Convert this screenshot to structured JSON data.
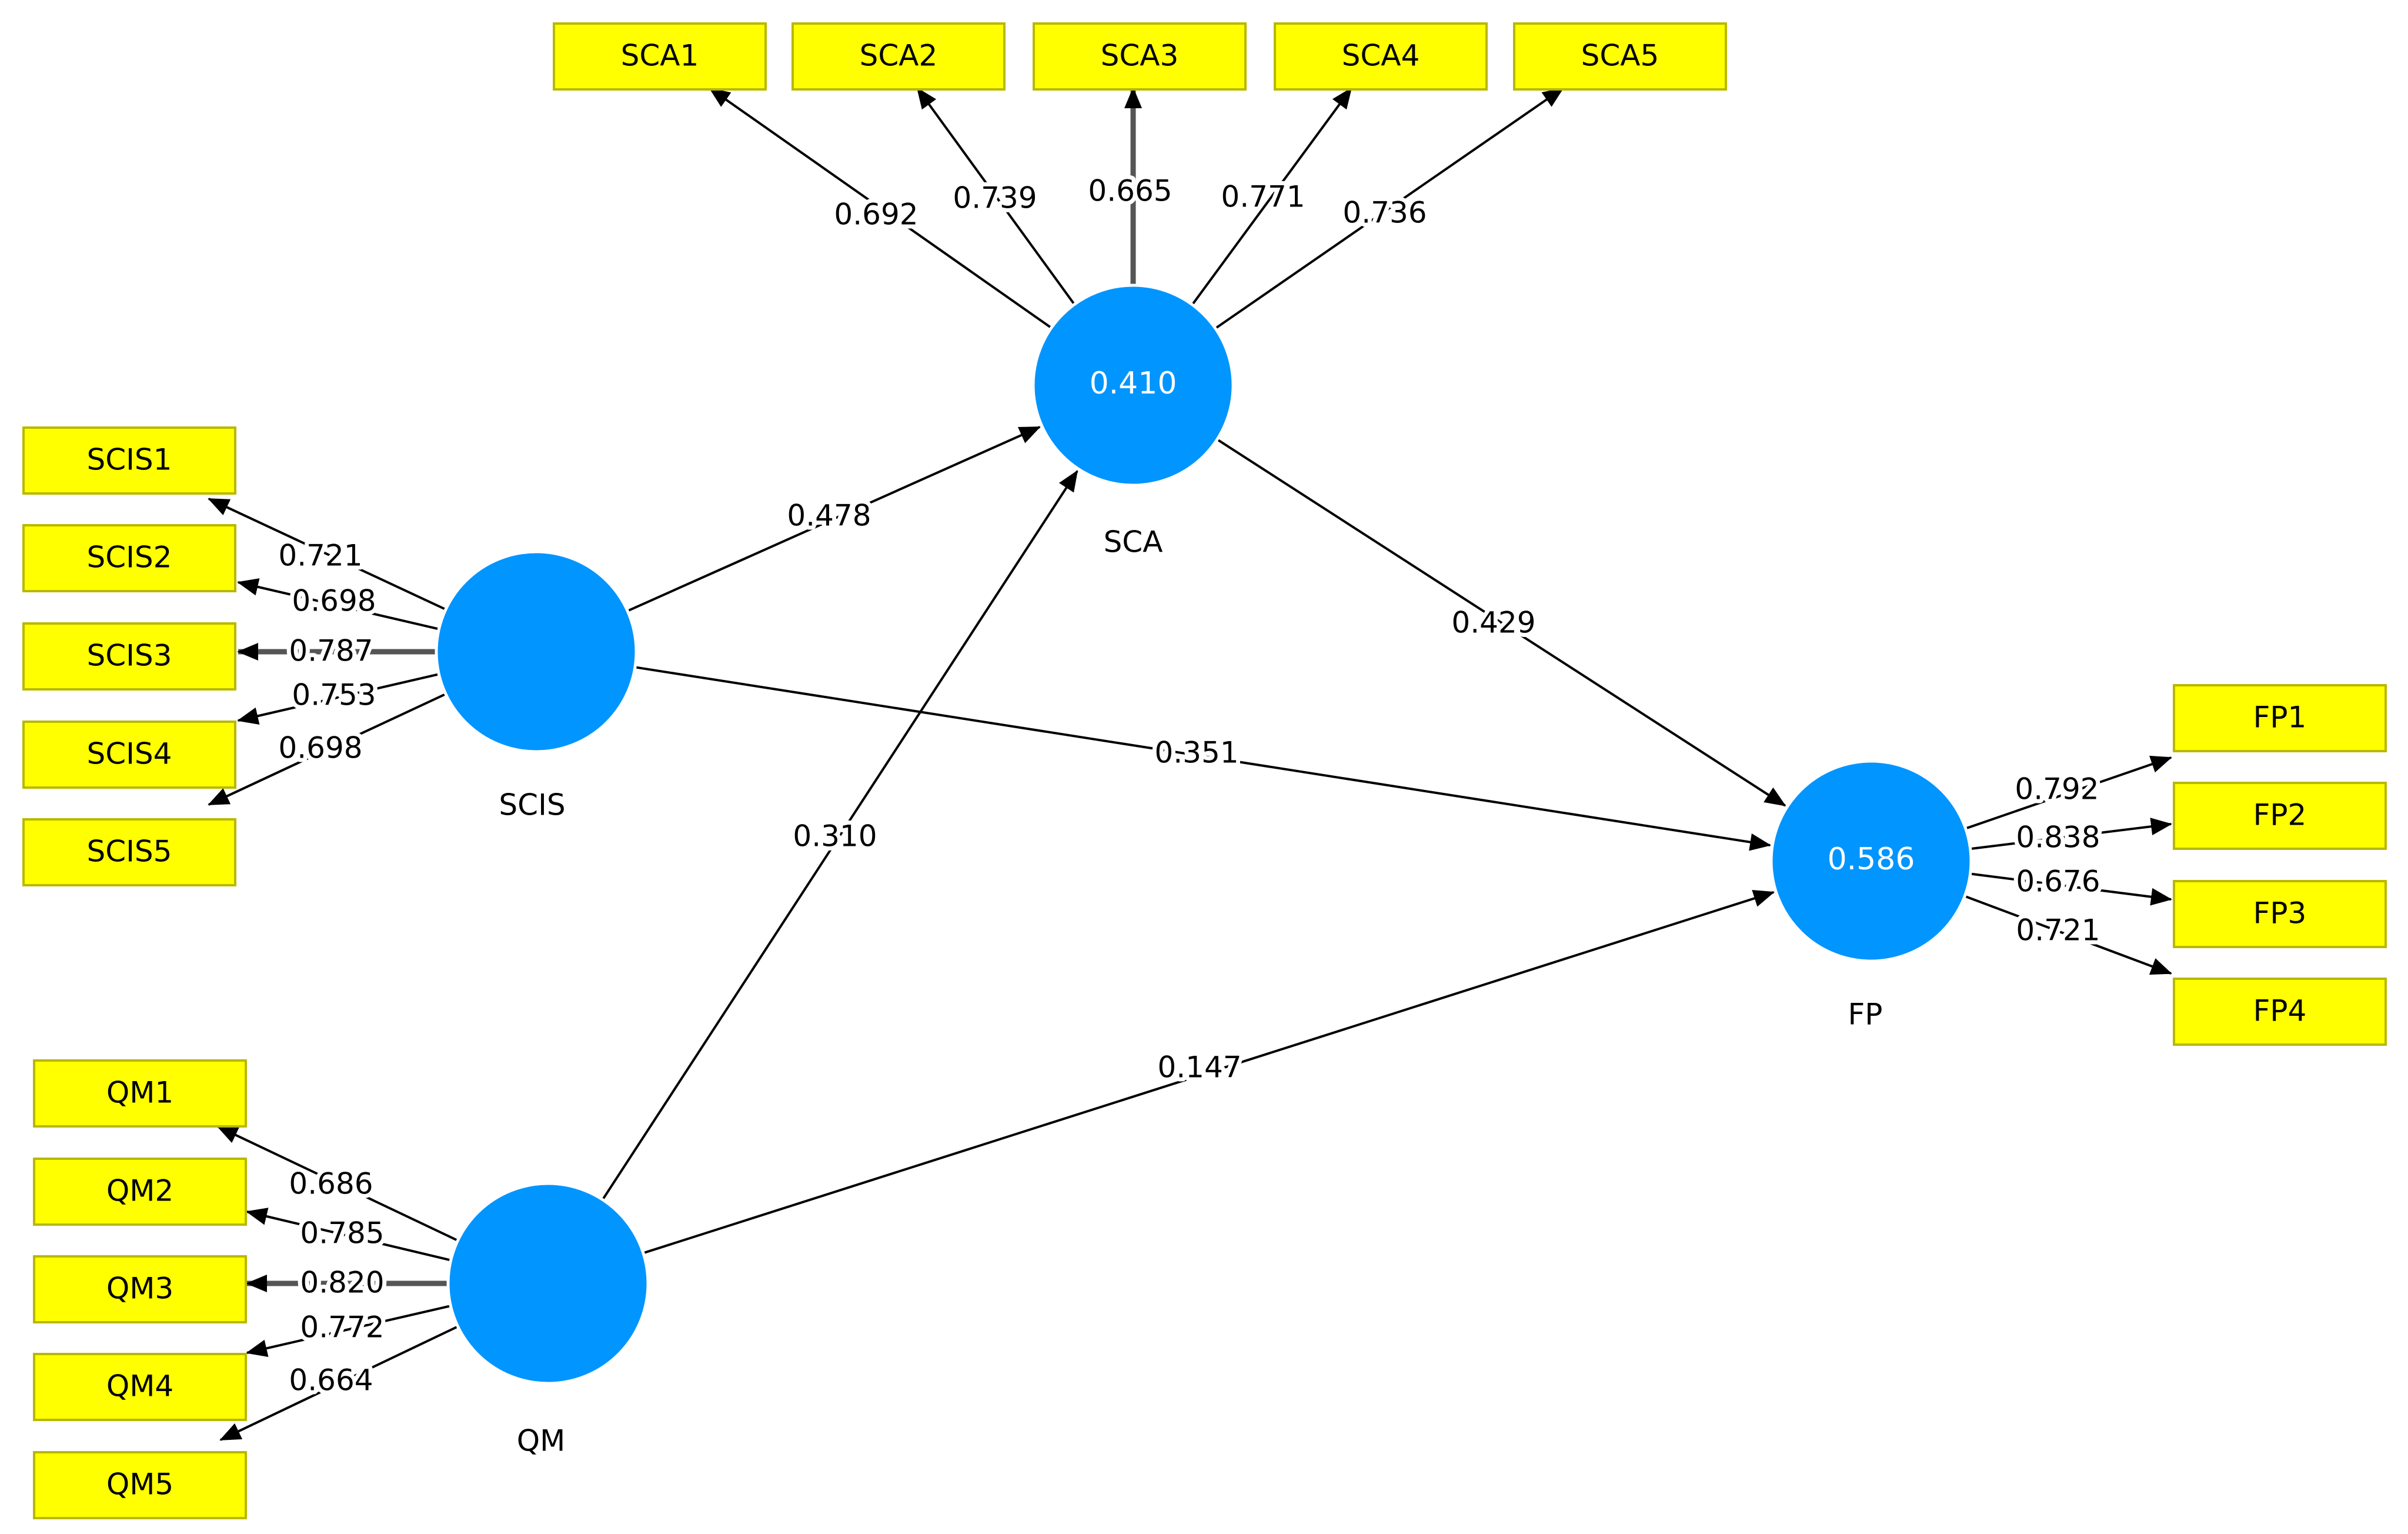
{
  "colors": {
    "latent": "#0095ff",
    "indicator": "#ffff00",
    "edge": "#000000"
  },
  "latents": [
    {
      "id": "SCA",
      "name": "SCA",
      "r2": "0.410"
    },
    {
      "id": "SCIS",
      "name": "SCIS",
      "r2": ""
    },
    {
      "id": "QM",
      "name": "QM",
      "r2": ""
    },
    {
      "id": "FP",
      "name": "FP",
      "r2": "0.586"
    }
  ],
  "indicators": [
    {
      "id": "SCA1",
      "latent": "SCA",
      "loading": "0.692"
    },
    {
      "id": "SCA2",
      "latent": "SCA",
      "loading": "0.739"
    },
    {
      "id": "SCA3",
      "latent": "SCA",
      "loading": "0.665"
    },
    {
      "id": "SCA4",
      "latent": "SCA",
      "loading": "0.771"
    },
    {
      "id": "SCA5",
      "latent": "SCA",
      "loading": "0.736"
    },
    {
      "id": "SCIS1",
      "latent": "SCIS",
      "loading": "0.721"
    },
    {
      "id": "SCIS2",
      "latent": "SCIS",
      "loading": "0.698"
    },
    {
      "id": "SCIS3",
      "latent": "SCIS",
      "loading": "0.787"
    },
    {
      "id": "SCIS4",
      "latent": "SCIS",
      "loading": "0.753"
    },
    {
      "id": "SCIS5",
      "latent": "SCIS",
      "loading": "0.698"
    },
    {
      "id": "QM1",
      "latent": "QM",
      "loading": "0.686"
    },
    {
      "id": "QM2",
      "latent": "QM",
      "loading": "0.785"
    },
    {
      "id": "QM3",
      "latent": "QM",
      "loading": "0.820"
    },
    {
      "id": "QM4",
      "latent": "QM",
      "loading": "0.772"
    },
    {
      "id": "QM5",
      "latent": "QM",
      "loading": "0.664"
    },
    {
      "id": "FP1",
      "latent": "FP",
      "loading": "0.792"
    },
    {
      "id": "FP2",
      "latent": "FP",
      "loading": "0.838"
    },
    {
      "id": "FP3",
      "latent": "FP",
      "loading": "0.676"
    },
    {
      "id": "FP4",
      "latent": "FP",
      "loading": "0.721"
    }
  ],
  "paths": [
    {
      "from": "SCIS",
      "to": "SCA",
      "coef": "0.478"
    },
    {
      "from": "QM",
      "to": "SCA",
      "coef": "0.310"
    },
    {
      "from": "SCA",
      "to": "FP",
      "coef": "0.429"
    },
    {
      "from": "SCIS",
      "to": "FP",
      "coef": "0.351"
    },
    {
      "from": "QM",
      "to": "FP",
      "coef": "0.147"
    }
  ]
}
